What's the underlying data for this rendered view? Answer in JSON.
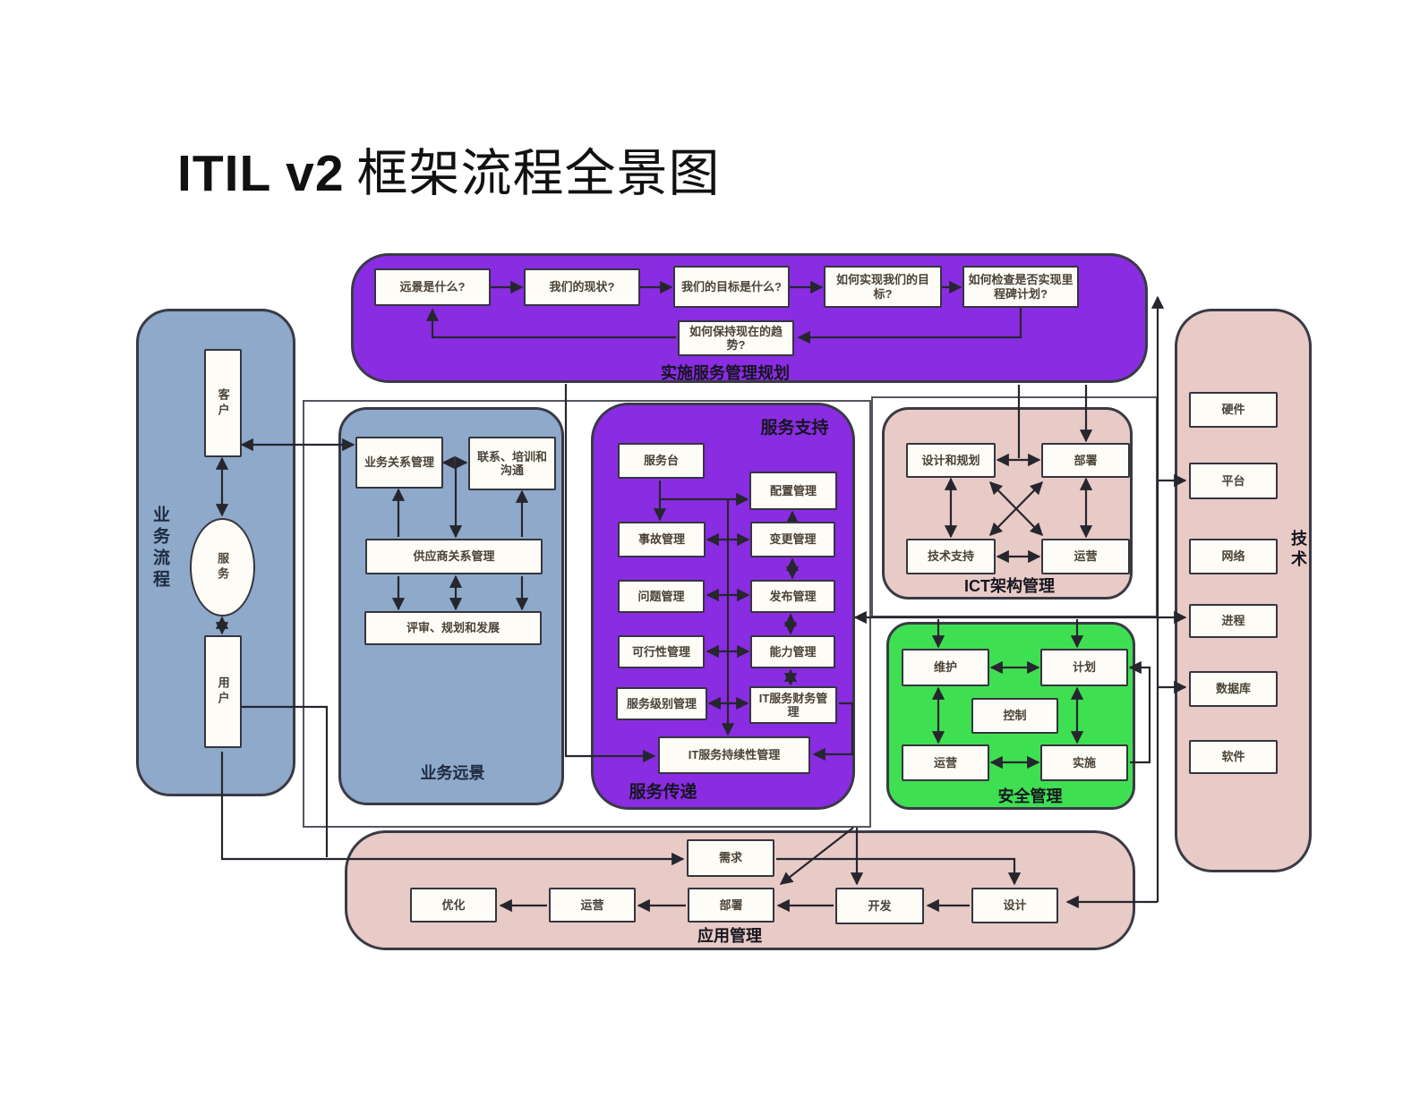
{
  "title": {
    "en": "ITIL v2",
    "zh": "框架流程全景图"
  },
  "colors": {
    "purple": "#8a2ce2",
    "blue": "#8ea9c9",
    "pink": "#e8cac6",
    "green": "#3fdf52",
    "line": "#26262e"
  },
  "planning": {
    "label": "实施服务管理规划",
    "q1": "远景是什么?",
    "q2": "我们的现状?",
    "q3": "我们的目标是什么?",
    "q4": "如何实现我们的目标?",
    "q5": "如何检查是否实现里程碑计划?",
    "q6": "如何保持现在的趋势?"
  },
  "business_process": {
    "label": "业务流程",
    "customer": "客户",
    "service": "服务",
    "user": "用户"
  },
  "business_vision": {
    "label": "业务远景",
    "brm": "业务关系管理",
    "contact": "联系、培训和沟通",
    "srm": "供应商关系管理",
    "review": "评审、规划和发展"
  },
  "service_mgmt": {
    "support_label": "服务支持",
    "delivery_label": "服务传递",
    "service_desk": "服务台",
    "config": "配置管理",
    "incident": "事故管理",
    "change": "变更管理",
    "problem": "问题管理",
    "release": "发布管理",
    "availability": "可行性管理",
    "capacity": "能力管理",
    "sla": "服务级别管理",
    "finance": "IT服务财务管理",
    "continuity": "IT服务持续性管理"
  },
  "ict": {
    "label": "ICT架构管理",
    "design": "设计和规划",
    "deploy": "部署",
    "support": "技术支持",
    "operate": "运营"
  },
  "security": {
    "label": "安全管理",
    "maintain": "维护",
    "plan": "计划",
    "control": "控制",
    "operate": "运营",
    "implement": "实施"
  },
  "technology": {
    "label": "技术",
    "hardware": "硬件",
    "platform": "平台",
    "network": "网络",
    "process": "进程",
    "database": "数据库",
    "software": "软件"
  },
  "application": {
    "label": "应用管理",
    "requirement": "需求",
    "optimize": "优化",
    "operate": "运营",
    "deploy": "部署",
    "develop": "开发",
    "design": "设计"
  }
}
